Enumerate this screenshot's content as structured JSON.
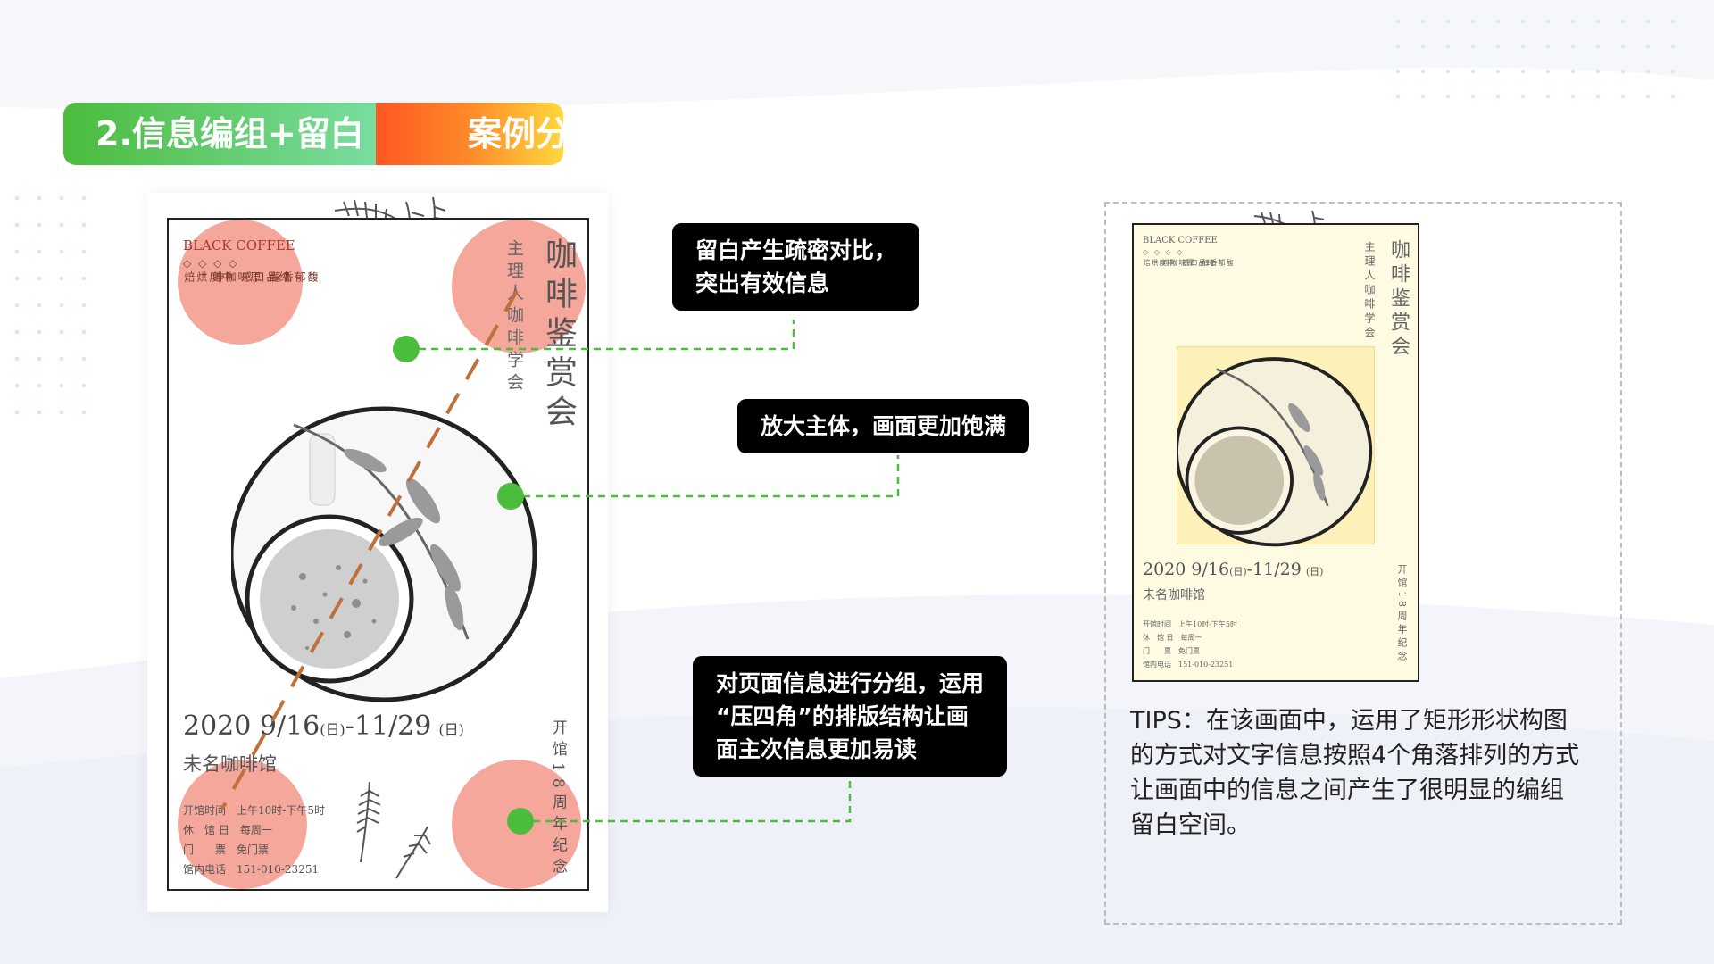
{
  "section_title": "2.信息编组+留白",
  "section_tag": "案例分析",
  "poster": {
    "brand": "BLACK COFFEE",
    "tagline_columns": [
      "中度烘焙",
      "原味咖啡",
      "纯品口感",
      "馥郁香醇"
    ],
    "host": "主理人咖啡学会",
    "event_title": "咖啡鉴赏会",
    "date_start": "2020 9/16",
    "date_start_day": "(日)",
    "date_end": "-11/29",
    "date_end_day": "(日)",
    "venue": "未名咖啡馆",
    "info_lines": [
      "开馆时间　上午10时-下午5时",
      "休　馆 日　每周一",
      "门　　票　免门票",
      "馆内电话　151-010-23251"
    ],
    "anniversary": "开馆18周年纪念"
  },
  "callouts": {
    "c1": [
      "留白产生疏密对比，",
      "突出有效信息"
    ],
    "c2": [
      "放大主体，画面更加饱满"
    ],
    "c3": [
      "对页面信息进行分组，运用",
      "“压四角”的排版结构让画",
      "面主次信息更加易读"
    ]
  },
  "tips": [
    "TIPS：在该画面中，运用了矩形形状构图",
    "的方式对文字信息按照4个角落排列的方式",
    "让画面中的信息之间产生了很明显的编组",
    "留白空间。"
  ],
  "colors": {
    "accent_green": "#4cbc3d",
    "accent_orange": "#ff6a25",
    "highlight_circle": "#f4a79a",
    "connector": "#4cbc3d",
    "diagonal": "#c0703a",
    "thumb_bg": "#fffbe2",
    "thumb_box": "#fdf0b8"
  }
}
